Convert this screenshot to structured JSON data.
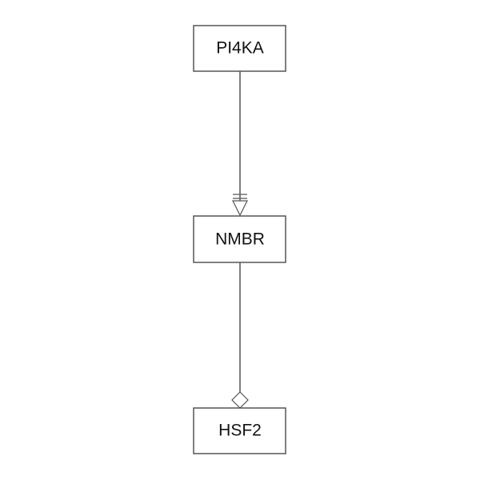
{
  "diagram": {
    "nodes": [
      {
        "id": "n1",
        "label": "PI4KA"
      },
      {
        "id": "n2",
        "label": "NMBR"
      },
      {
        "id": "n3",
        "label": "HSF2"
      }
    ],
    "edges": [
      {
        "from": "n1",
        "to": "n2",
        "head": "bar-open-triangle"
      },
      {
        "from": "n2",
        "to": "n3",
        "head": "open-diamond"
      }
    ],
    "colors": {
      "stroke": "#555555",
      "background": "#ffffff",
      "text": "#111111"
    }
  }
}
